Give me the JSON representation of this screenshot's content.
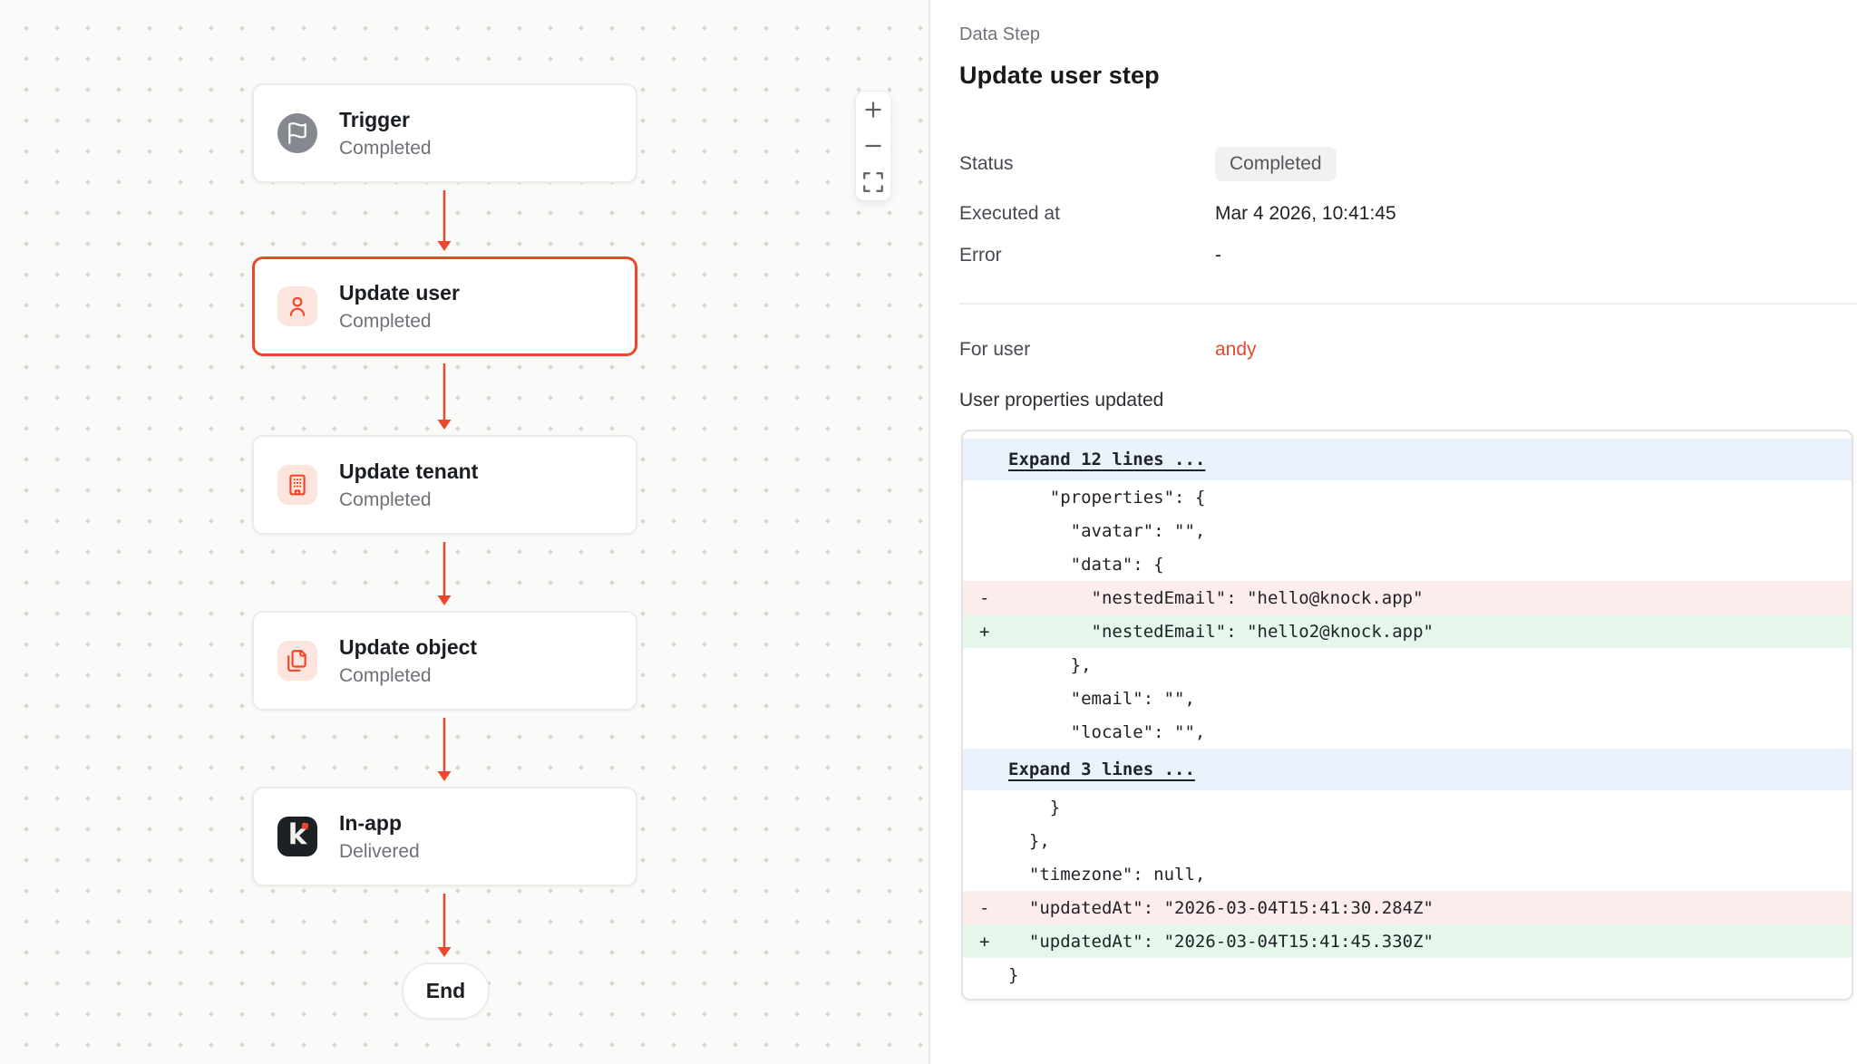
{
  "colors": {
    "accent": "#e8492c",
    "canvas_bg": "#fafaf8",
    "badge_bg": "#f1f1f0",
    "diff_del_bg": "#fdecec",
    "diff_add_bg": "#e5f7ea",
    "diff_expand_bg": "#eaf2fb",
    "trigger_icon_bg": "#85888e",
    "red_icon_bg": "#fce5de",
    "knock_icon_bg": "#1d2126"
  },
  "canvas": {
    "nodes": [
      {
        "id": "trigger",
        "title": "Trigger",
        "status": "Completed",
        "icon": "flag-icon",
        "icon_style": "gray",
        "selected": false
      },
      {
        "id": "update-user",
        "title": "Update user",
        "status": "Completed",
        "icon": "user-icon",
        "icon_style": "red",
        "selected": true
      },
      {
        "id": "update-tenant",
        "title": "Update tenant",
        "status": "Completed",
        "icon": "building-icon",
        "icon_style": "red",
        "selected": false
      },
      {
        "id": "update-object",
        "title": "Update object",
        "status": "Completed",
        "icon": "files-icon",
        "icon_style": "red",
        "selected": false
      },
      {
        "id": "in-app",
        "title": "In-app",
        "status": "Delivered",
        "icon": "knock-logo-icon",
        "icon_style": "dark",
        "selected": false
      }
    ],
    "end_label": "End",
    "zoom_controls": [
      {
        "name": "zoom-in",
        "icon": "plus-icon"
      },
      {
        "name": "zoom-out",
        "icon": "minus-icon"
      },
      {
        "name": "fit-view",
        "icon": "maximize-icon"
      }
    ]
  },
  "panel": {
    "kicker": "Data Step",
    "title": "Update user step",
    "fields": [
      {
        "label": "Status",
        "value": "Completed",
        "type": "badge"
      },
      {
        "label": "Executed at",
        "value": "Mar 4 2026, 10:41:45",
        "type": "text"
      },
      {
        "label": "Error",
        "value": "-",
        "type": "text"
      }
    ],
    "user_field": {
      "label": "For user",
      "value": "andy"
    },
    "diff_title": "User properties updated",
    "diff_lines": [
      {
        "type": "expand",
        "text": "Expand 12 lines ..."
      },
      {
        "type": "context",
        "text": "    \"properties\": {"
      },
      {
        "type": "context",
        "text": "      \"avatar\": \"\","
      },
      {
        "type": "context",
        "text": "      \"data\": {"
      },
      {
        "type": "del",
        "text": "        \"nestedEmail\": \"hello@knock.app\""
      },
      {
        "type": "add",
        "text": "        \"nestedEmail\": \"hello2@knock.app\""
      },
      {
        "type": "context",
        "text": "      },"
      },
      {
        "type": "context",
        "text": "      \"email\": \"\","
      },
      {
        "type": "context",
        "text": "      \"locale\": \"\","
      },
      {
        "type": "expand",
        "text": "Expand 3 lines ..."
      },
      {
        "type": "context",
        "text": "    }"
      },
      {
        "type": "context",
        "text": "  },"
      },
      {
        "type": "context",
        "text": "  \"timezone\": null,"
      },
      {
        "type": "del",
        "text": "  \"updatedAt\": \"2026-03-04T15:41:30.284Z\""
      },
      {
        "type": "add",
        "text": "  \"updatedAt\": \"2026-03-04T15:41:45.330Z\""
      },
      {
        "type": "context",
        "text": "}"
      }
    ]
  }
}
